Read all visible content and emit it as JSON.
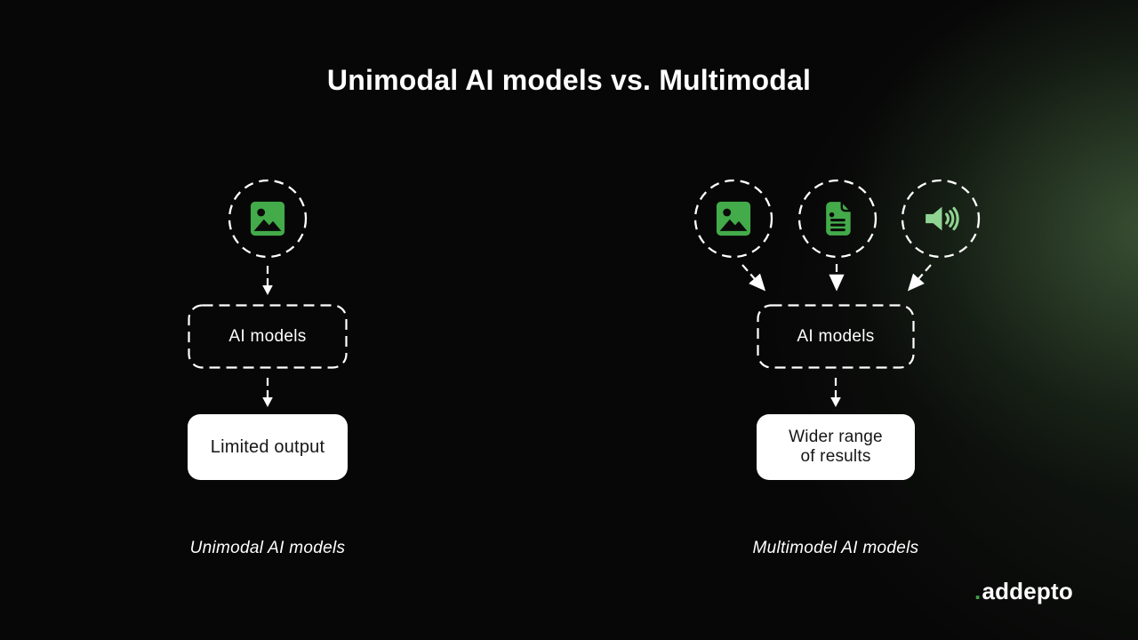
{
  "title": "Unimodal AI models vs. Multimodal",
  "colors": {
    "background": "#070707",
    "glow_green": "#3e5838",
    "icon_green": "#43ab49",
    "icon_light_green": "#90d493",
    "box_white": "#ffffff",
    "box_text_dark": "#161616",
    "logo_dot_green": "#3fa245"
  },
  "left_flow": {
    "input_icons": [
      "image-icon"
    ],
    "model_label": "AI models",
    "output_label": "Limited output",
    "caption": "Unimodal AI models"
  },
  "right_flow": {
    "input_icons": [
      "image-icon",
      "document-icon",
      "audio-icon"
    ],
    "model_label": "AI models",
    "output_label": "Wider range\nof results",
    "caption": "Multimodel AI models"
  },
  "footer": {
    "logo_dot": ".",
    "logo_text": "addepto"
  }
}
